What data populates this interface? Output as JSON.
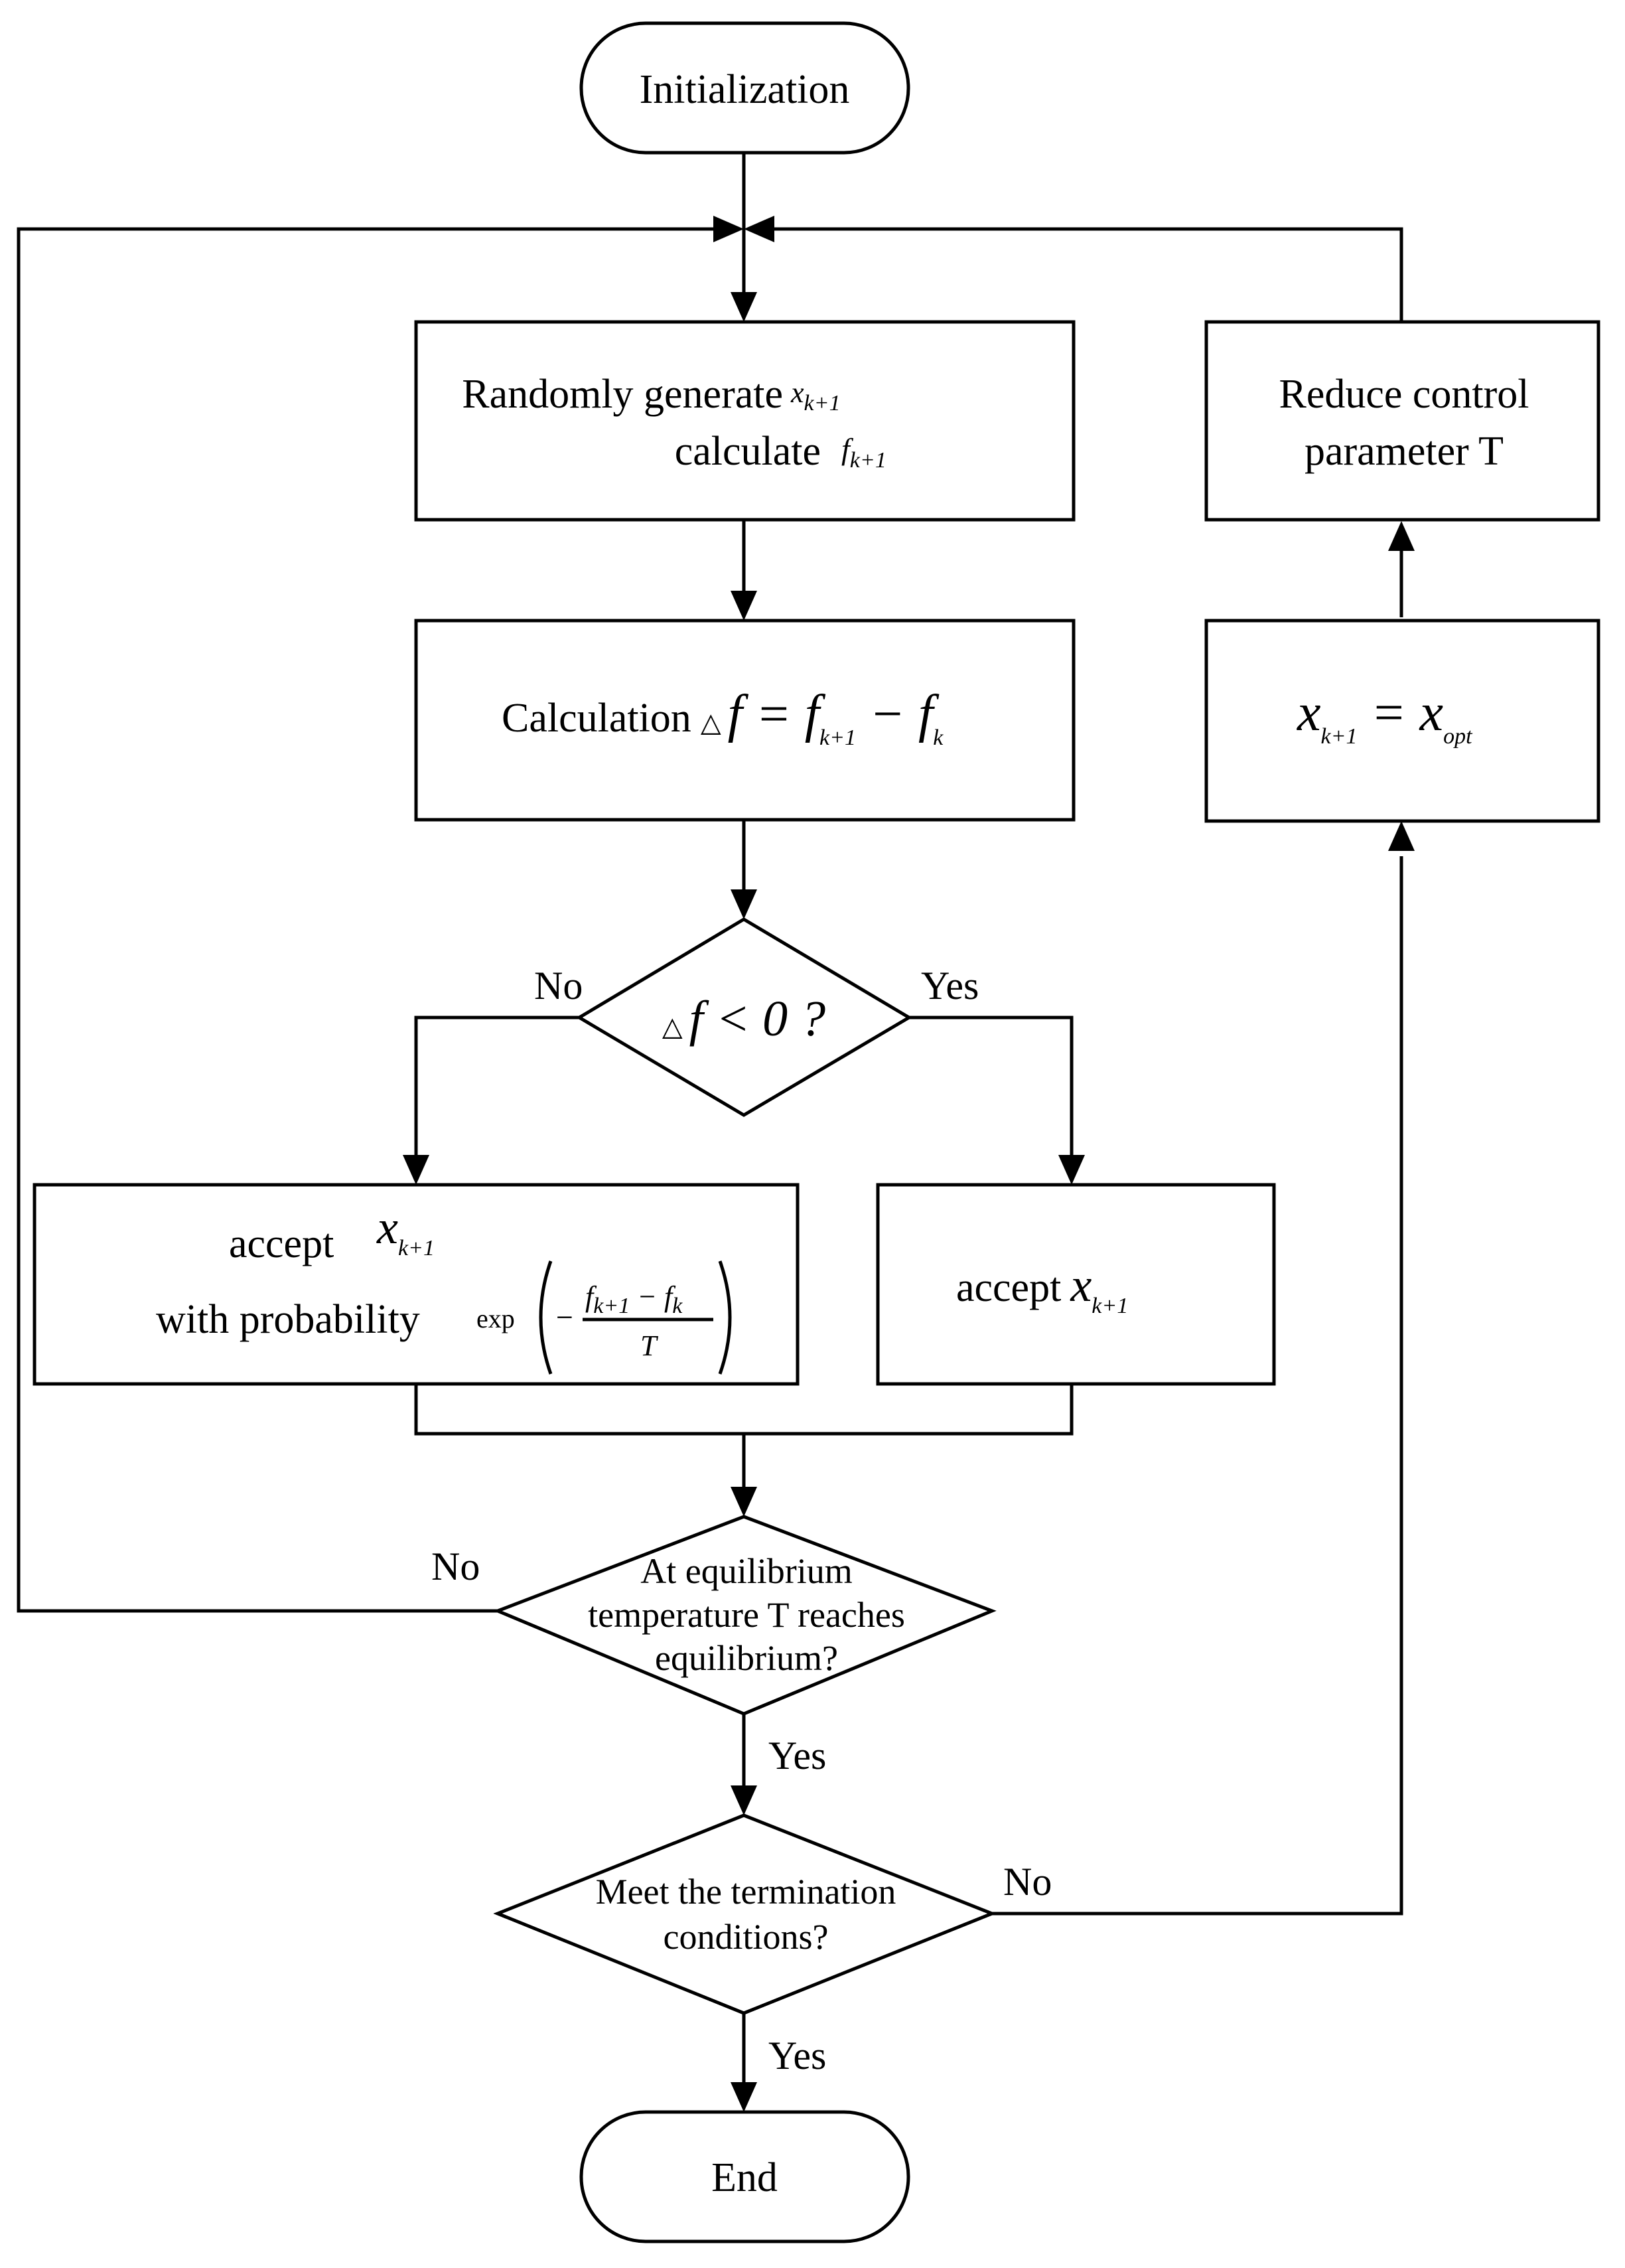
{
  "nodes": {
    "start": {
      "label": "Initialization"
    },
    "generate": {
      "line1": "Randomly generate",
      "line2": "calculate",
      "var_x": "x",
      "var_f": "f",
      "sub": "k+1"
    },
    "delta": {
      "prefix": "Calculation",
      "triangle": "△",
      "formula": "f = f",
      "sub1": "k+1",
      "minus": " − f",
      "sub2": "k"
    },
    "decision_delta": {
      "triangle": "△",
      "formula": "f < 0 ?"
    },
    "accept_prob": {
      "line1": "accept",
      "line2": "with probability",
      "var_x": "x",
      "sub": "k+1",
      "exp": "exp",
      "num_f1": "f",
      "num_sub1": "k+1",
      "num_minus": " − f",
      "num_sub2": "k",
      "den": "T",
      "neg": "−"
    },
    "accept": {
      "label": "accept",
      "var_x": "x",
      "sub": "k+1"
    },
    "decision_equilibrium": {
      "line1": "At equilibrium",
      "line2": "temperature T reaches",
      "line3": "equilibrium?"
    },
    "decision_termination": {
      "line1": "Meet the termination",
      "line2": "conditions?"
    },
    "end": {
      "label": "End"
    },
    "assign_opt": {
      "var_x": "x",
      "sub1": "k+1",
      "eq": " = x",
      "sub2": "opt"
    },
    "reduce": {
      "line1": "Reduce control",
      "line2": "parameter T"
    }
  },
  "edges": {
    "delta_no": "No",
    "delta_yes": "Yes",
    "equilibrium_no": "No",
    "equilibrium_yes": "Yes",
    "termination_no": "No",
    "termination_yes": "Yes"
  }
}
